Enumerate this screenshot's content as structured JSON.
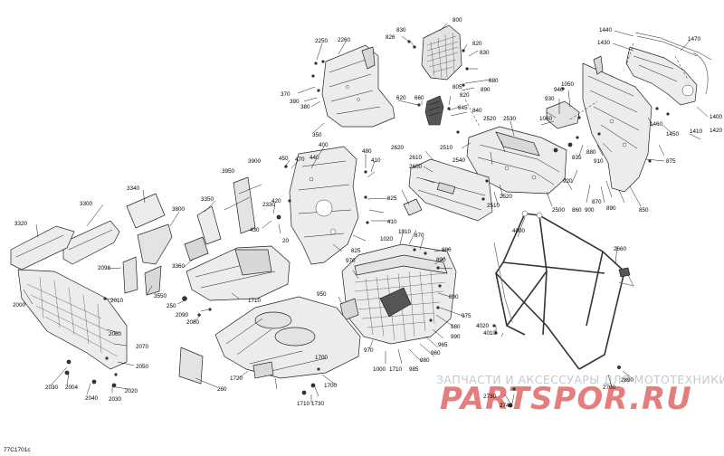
{
  "diagram_code": "77C1701c",
  "watermark": {
    "line1": "ЗАПЧАСТИ И АКСЕССУАРЫ ДЛЯ МОТОТЕХНИКИ",
    "line2": "PARTSPOR.RU"
  },
  "part_labels": [
    "800",
    "826",
    "830",
    "820",
    "830",
    "880",
    "805",
    "890",
    "820",
    "840",
    "845",
    "660",
    "620",
    "2250",
    "2260",
    "370",
    "390",
    "380",
    "350",
    "1440",
    "1430",
    "1470",
    "1400",
    "1420",
    "1410",
    "1450",
    "1460",
    "1060",
    "930",
    "940",
    "1050",
    "2530",
    "2520",
    "2510",
    "2540",
    "2500",
    "2520",
    "2510",
    "2620",
    "2610",
    "2600",
    "835",
    "880",
    "910",
    "860",
    "900",
    "870",
    "890",
    "850",
    "875",
    "920",
    "3950",
    "3900",
    "3350",
    "3340",
    "3300",
    "3320",
    "3800",
    "3360",
    "2098",
    "3550",
    "2000",
    "2010",
    "450",
    "470",
    "440",
    "400",
    "480",
    "410",
    "825",
    "410",
    "825",
    "420",
    "430",
    "2330",
    "20",
    "1010",
    "1020",
    "870",
    "880",
    "890",
    "890",
    "970",
    "950",
    "975",
    "980",
    "965",
    "960",
    "985",
    "1700",
    "1710",
    "1000",
    "980",
    "970",
    "990",
    "4000",
    "4020",
    "4010",
    "2660",
    "2700",
    "2890",
    "2730",
    "2740",
    "2060",
    "2070",
    "2050",
    "2040",
    "2020",
    "2030",
    "2030",
    "2004",
    "260",
    "2080",
    "2090",
    "250",
    "1710",
    "1720",
    "1730",
    "1710",
    "1700"
  ]
}
